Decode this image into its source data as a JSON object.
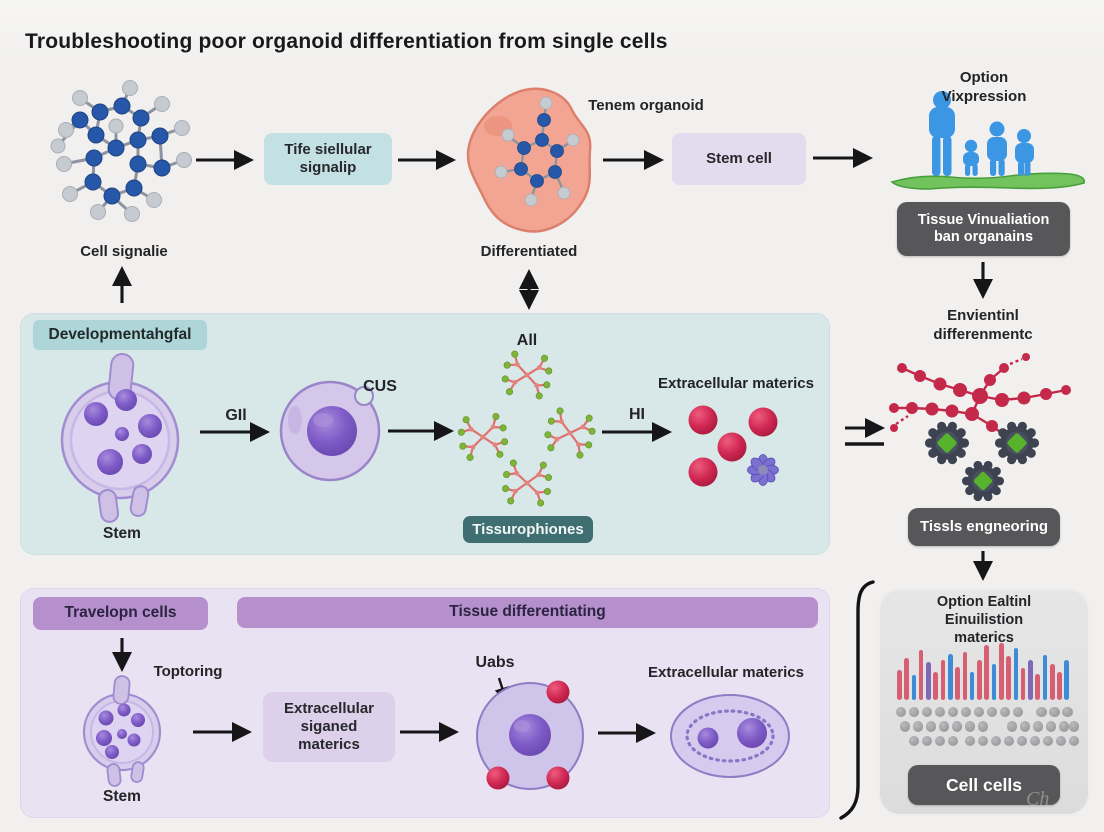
{
  "title": "Troubleshooting poor organoid differentiation from single cells",
  "watermark": "Ch",
  "top_row": {
    "molecule_caption": "Cell signalie",
    "signal_box": "Tife siellular\nsignalip",
    "organoid_caption": "Tenem organoid",
    "stem_cell_box": "Stem cell",
    "population_caption": "Option Vixpression"
  },
  "labels": {
    "differentiated": "Differentiated"
  },
  "right_column": {
    "visualization_box": "Tissue Vinualiation\nban organains",
    "environment_caption": "Envientinl\ndifferenmentc",
    "engineering_box": "Tissls engneoring",
    "evaluation_title": "Option Ealtinl\nEinuilistion materics",
    "cells_box": "Cell cells"
  },
  "development_panel": {
    "tag": "Developmentahgfal",
    "stem": "Stem",
    "arrow1": "GIl",
    "cell": "CUS",
    "molecules": "All",
    "arrow2": "HI",
    "matrix": "Extracellular materics",
    "footer": "Tissurophiones"
  },
  "differentiation_panel": {
    "header_left": "Travelopn cells",
    "header_right": "Tissue differentiating",
    "toptoring": "Toptoring",
    "stem": "Stem",
    "matrix_box": "Extracellular\nsiganed\nmaterics",
    "uabs": "Uabs",
    "oval": "Extracellular materics"
  },
  "colors": {
    "background": "#f1f0ee",
    "teal_box": "#c3e1e3",
    "teal_panel": "#d8e7e8",
    "teal_tag": "#aed6d8",
    "dark_teal_box": "#3f6f71",
    "purple_panel": "#e9e2f2",
    "purple_header": "#b68fcd",
    "lavender_box": "#e3dbee",
    "dark_label_box": "#57575a",
    "cell_body": "#d9cdec",
    "cell_nucleus": "#7e5bc7",
    "red_sphere": "#cf2752",
    "people_blue": "#3b97e3",
    "ground_green": "#72c25e",
    "accent_red": "#c5294a",
    "gear_dark": "#3d4350",
    "gear_green": "#58b32c",
    "orange_blob": "#f3a593"
  },
  "chart_data": {
    "type": "bar",
    "title": "Option Ealtinl Einuilistion materics (sequence bars)",
    "values": [
      30,
      42,
      25,
      50,
      38,
      28,
      40,
      46,
      33,
      48,
      28,
      40,
      55,
      36,
      57,
      44,
      52,
      32,
      40,
      26,
      45,
      36,
      28,
      40
    ],
    "bar_colors": [
      "red",
      "red",
      "blue",
      "red",
      "purple",
      "red",
      "red",
      "blue",
      "red",
      "red",
      "blue",
      "red",
      "red",
      "blue",
      "red",
      "red",
      "blue",
      "red",
      "purple",
      "red",
      "blue",
      "red",
      "red",
      "blue"
    ],
    "palette": {
      "red": "#d65f74",
      "blue": "#3f8cd6",
      "purple": "#7f68b5"
    },
    "dot_rows": [
      [
        0,
        1,
        2,
        3,
        4,
        5,
        6,
        7,
        8,
        9,
        10.8,
        11.8,
        12.8
      ],
      [
        0.3,
        1.3,
        2.3,
        3.3,
        4.3,
        5.3,
        6.3,
        8.5,
        9.5,
        10.5,
        11.5,
        12.5,
        13.3
      ],
      [
        1,
        2,
        3,
        4,
        5.3,
        6.3,
        7.3,
        8.3,
        9.3,
        10.3,
        11.3,
        12.3,
        13.3
      ]
    ]
  }
}
